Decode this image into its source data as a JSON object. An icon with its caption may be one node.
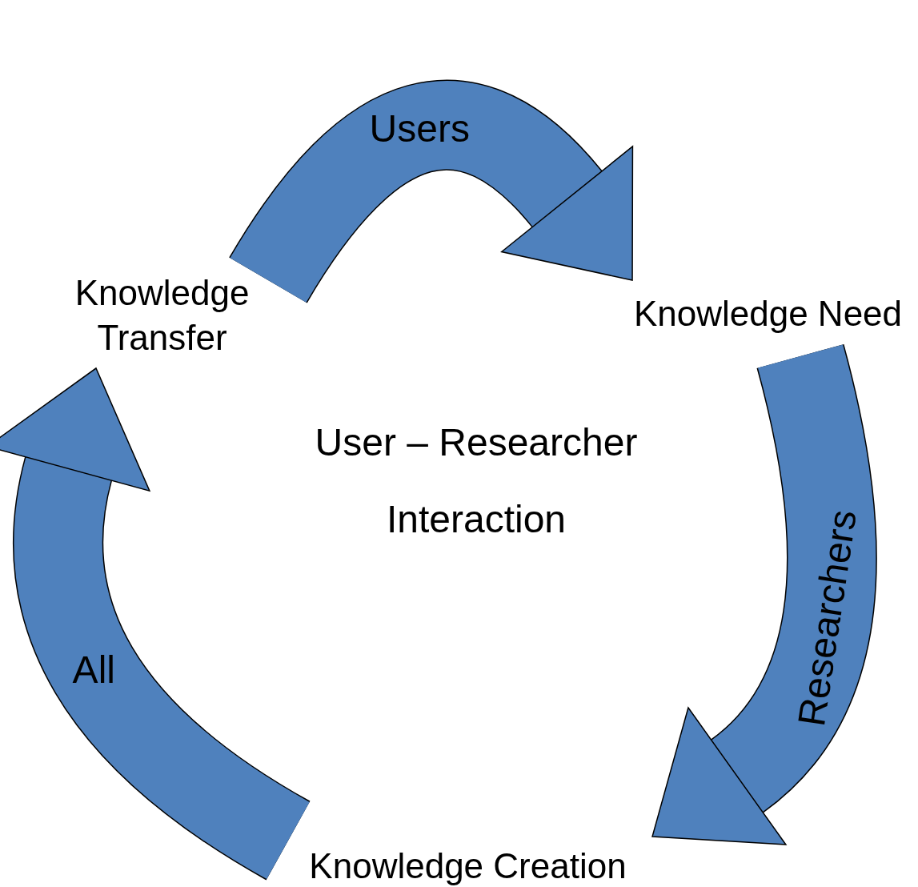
{
  "diagram": {
    "nodes": [
      {
        "text": [
          "Knowledge Transfer"
        ]
      },
      {
        "text": [
          "Knowledge Need"
        ]
      },
      {
        "text": [
          "Knowledge Creation"
        ]
      }
    ],
    "edges": [
      {
        "from": 0,
        "to": 1,
        "arrow": "to",
        "label": "Users"
      },
      {
        "from": 1,
        "to": 2,
        "arrow": "to",
        "label": "Researchers"
      },
      {
        "from": 2,
        "to": 0,
        "arrow": "to",
        "label": "All"
      }
    ],
    "labels": [
      "User – Researcher Interaction"
    ]
  }
}
